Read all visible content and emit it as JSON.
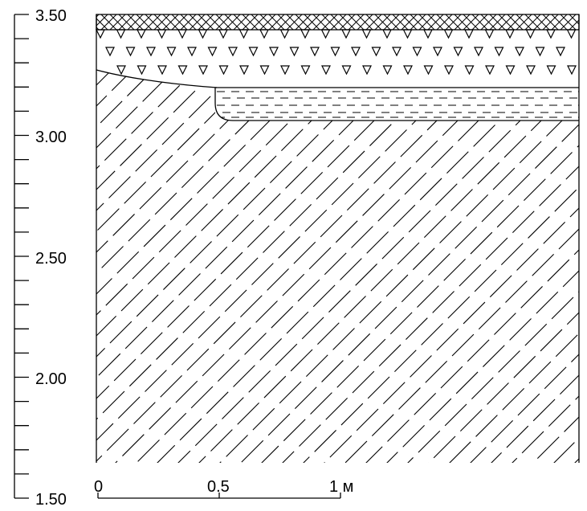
{
  "elevation_axis": {
    "labels": [
      "3.50",
      "3.00",
      "2.50",
      "2.00",
      "1.50"
    ],
    "values": [
      3.5,
      3.0,
      2.5,
      2.0,
      1.5
    ],
    "range": [
      1.5,
      3.5
    ],
    "minor_step": 0.1
  },
  "scale_bar": {
    "labels": [
      "0",
      "0.5",
      "1 м"
    ],
    "values": [
      0,
      0.5,
      1
    ]
  },
  "layers": [
    {
      "name": "crosshatch-layer",
      "pattern": "crosshatch"
    },
    {
      "name": "rubble-layer",
      "pattern": "triangles"
    },
    {
      "name": "dashed-lens",
      "pattern": "horizontal-dashes"
    },
    {
      "name": "main-fill",
      "pattern": "diagonal-dashed-hatch"
    }
  ],
  "colors": {
    "line": "#000000",
    "background": "#ffffff"
  }
}
